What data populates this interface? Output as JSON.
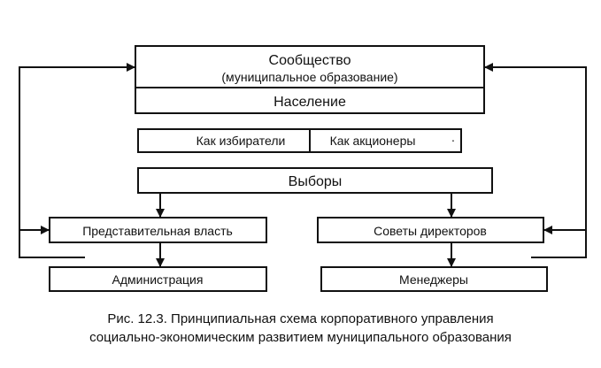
{
  "diagram": {
    "community": {
      "title": "Сообщество",
      "subtitle": "(муниципальное образование)",
      "population": "Население"
    },
    "roles": {
      "voters": "Как избиратели",
      "shareholders": "Как акционеры",
      "stray_mark": "·"
    },
    "elections": "Выборы",
    "left_branch": {
      "representative_power": "Представительная власть",
      "administration": "Администрация"
    },
    "right_branch": {
      "boards_of_directors": "Советы директоров",
      "managers": "Менеджеры"
    }
  },
  "caption": {
    "line1": "Рис. 12.3. Принципиальная схема корпоративного управления",
    "line2": "социально-экономическим развитием муниципального образования"
  }
}
